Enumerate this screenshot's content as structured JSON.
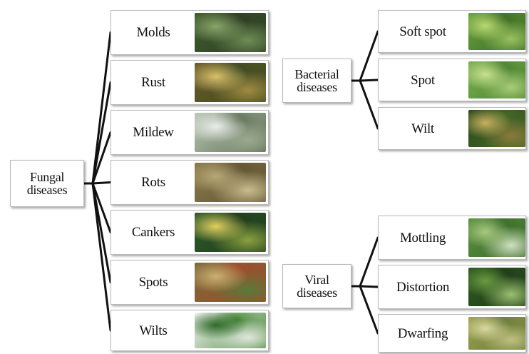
{
  "groups": {
    "fungal": {
      "label_lines": [
        "Fungal",
        "diseases"
      ],
      "items": [
        {
          "label": "Molds",
          "image": "molds-photo",
          "colors": [
            "#3f5c2e",
            "#8aa46a",
            "#2c3b23",
            "#6f8d55"
          ]
        },
        {
          "label": "Rust",
          "image": "rust-photo",
          "colors": [
            "#6a5a2a",
            "#d8c06a",
            "#3a4a22",
            "#a08a40"
          ]
        },
        {
          "label": "Mildew",
          "image": "mildew-photo",
          "colors": [
            "#b9c6b4",
            "#e8ecea",
            "#5c6e52",
            "#9aa890"
          ]
        },
        {
          "label": "Rots",
          "image": "rots-photo",
          "colors": [
            "#8a7a4a",
            "#b8a878",
            "#5d5232",
            "#c9bc8c"
          ]
        },
        {
          "label": "Cankers",
          "image": "cankers-photo",
          "colors": [
            "#2f5a2a",
            "#e0d060",
            "#1f3a1c",
            "#8aa040"
          ]
        },
        {
          "label": "Spots",
          "image": "spots-photo",
          "colors": [
            "#7a6a3a",
            "#c8b070",
            "#a04a2a",
            "#5a7a3a"
          ]
        },
        {
          "label": "Wilts",
          "image": "wilts-photo",
          "colors": [
            "#f2f2f2",
            "#2f6a2a",
            "#4a8a3a",
            "#dfe6dc"
          ]
        }
      ]
    },
    "bacterial": {
      "label_lines": [
        "Bacterial",
        "diseases"
      ],
      "items": [
        {
          "label": "Soft spot",
          "image": "soft-spot-photo",
          "colors": [
            "#6aa040",
            "#b8d870",
            "#3a6a22",
            "#9ac060"
          ]
        },
        {
          "label": "Spot",
          "image": "spot-photo",
          "colors": [
            "#7ab050",
            "#c8e090",
            "#4a8030",
            "#a8cc78"
          ]
        },
        {
          "label": "Wilt",
          "image": "wilt-photo",
          "colors": [
            "#2a4a1a",
            "#c8b060",
            "#4a6a2a",
            "#8a7a3a"
          ]
        }
      ]
    },
    "viral": {
      "label_lines": [
        "Viral",
        "diseases"
      ],
      "items": [
        {
          "label": "Mottling",
          "image": "mottling-photo",
          "colors": [
            "#5a9040",
            "#a8c880",
            "#3a6a2a",
            "#d0e0c0"
          ]
        },
        {
          "label": "Distortion",
          "image": "distortion-photo",
          "colors": [
            "#2f5a22",
            "#6a9a40",
            "#1f3a18",
            "#9ac070"
          ]
        },
        {
          "label": "Dwarfing",
          "image": "dwarfing-photo",
          "colors": [
            "#9aa050",
            "#d8d8a0",
            "#6a7a3a",
            "#c0c080"
          ]
        }
      ]
    }
  },
  "colors": {
    "connector": "#111111",
    "box_border": "#b9b9b9",
    "text": "#111111"
  }
}
